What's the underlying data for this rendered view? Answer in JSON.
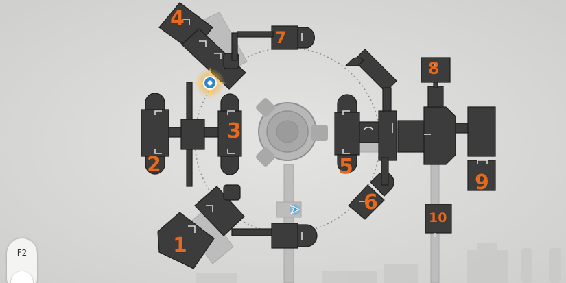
{
  "map": {
    "floor": "F2",
    "rooms": [
      {
        "id": "room-1",
        "label": "1"
      },
      {
        "id": "room-2",
        "label": "2"
      },
      {
        "id": "room-3",
        "label": "3"
      },
      {
        "id": "room-4",
        "label": "4"
      },
      {
        "id": "room-5",
        "label": "5"
      },
      {
        "id": "room-6",
        "label": "6"
      },
      {
        "id": "room-7",
        "label": "7"
      },
      {
        "id": "room-8",
        "label": "8"
      },
      {
        "id": "room-9",
        "label": "9"
      },
      {
        "id": "room-10",
        "label": "10"
      }
    ],
    "colors": {
      "background": "#dcdcda",
      "room_fill": "#3c3c3c",
      "corridor_fill": "#bdbdbd",
      "label": "#e36a1e",
      "marker": "#3aa0e0"
    },
    "markers": [
      {
        "name": "player-location-marker",
        "icon": "space-anchor-icon"
      },
      {
        "name": "waypoint-marker",
        "icon": "waypoint-icon"
      }
    ]
  }
}
